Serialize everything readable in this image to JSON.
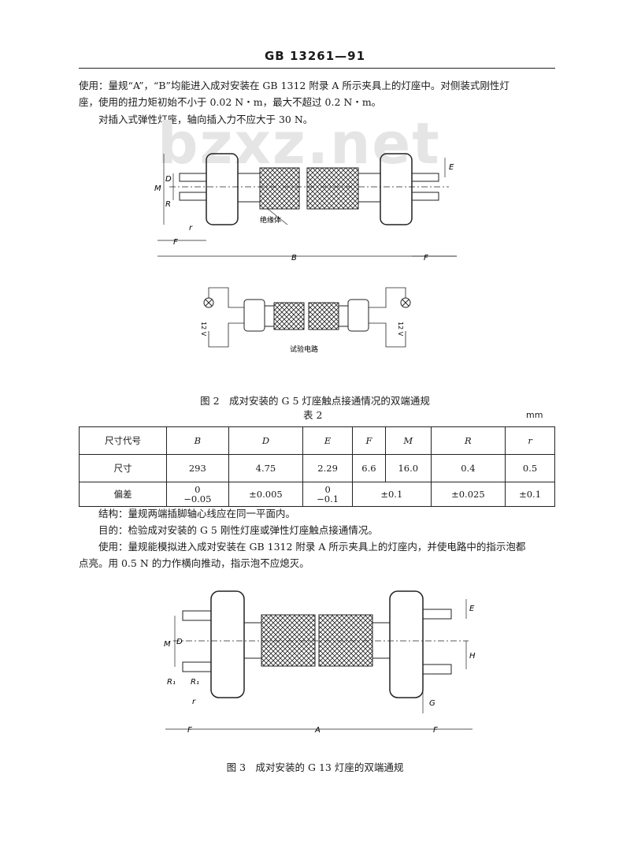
{
  "header": {
    "code": "GB 13261—91"
  },
  "watermark": "bzxz.net",
  "top_text": {
    "usage_line1": "使用：量规“A”，“B”均能进入成对安装在 GB 1312 附录 A 所示夹具上的灯座中。对侧装式刚性灯",
    "usage_line2": "座，使用的扭力矩初始不小于 0.02 N・m，最大不超过 0.2 N・m。",
    "usage_line3": "对插入式弹性灯座，轴向插入力不应大于 30 N。"
  },
  "figure2": {
    "caption": "图 2　成对安装的 G 5 灯座触点接通情况的双端通规",
    "labels": {
      "M": "M",
      "D": "D",
      "R": "R",
      "r": "r",
      "F": "F",
      "B": "B",
      "E": "E",
      "insulator": "绝缘体"
    },
    "circuit": {
      "label": "试验电路",
      "voltage_left": "12 V",
      "voltage_right": "12 V"
    }
  },
  "table": {
    "title": "表 2",
    "unit": "mm",
    "columns": [
      "尺寸代号",
      "B",
      "D",
      "E",
      "F",
      "M",
      "R",
      "r"
    ],
    "size_row": {
      "label": "尺寸",
      "values": [
        "293",
        "4.75",
        "2.29",
        "6.6",
        "16.0",
        "0.4",
        "0.5"
      ]
    },
    "tol_row": {
      "label": "偏差",
      "B_top": "0",
      "B_bottom": "−0.05",
      "D": "±0.005",
      "E_top": "0",
      "E_bottom": "−0.1",
      "FM": "±0.1",
      "R": "±0.025",
      "r": "±0.1"
    }
  },
  "mid_text": {
    "structure": "结构：量规两端插脚轴心线应在同一平面内。",
    "purpose": "目的：检验成对安装的 G 5 刚性灯座或弹性灯座触点接通情况。",
    "usage_line1": "使用：量规能模拟进入成对安装在 GB 1312 附录 A 所示夹具上的灯座内，并使电路中的指示泡都",
    "usage_line2": "点亮。用 0.5 N 的力作横向推动，指示泡不应熄灭。"
  },
  "figure3": {
    "caption": "图 3　成对安装的 G 13 灯座的双端通规",
    "labels": {
      "M": "M",
      "D": "D",
      "R1": "R₁",
      "R1b": "R₁",
      "r": "r",
      "F": "F",
      "A": "A",
      "E": "E",
      "H": "H",
      "G": "G"
    }
  }
}
